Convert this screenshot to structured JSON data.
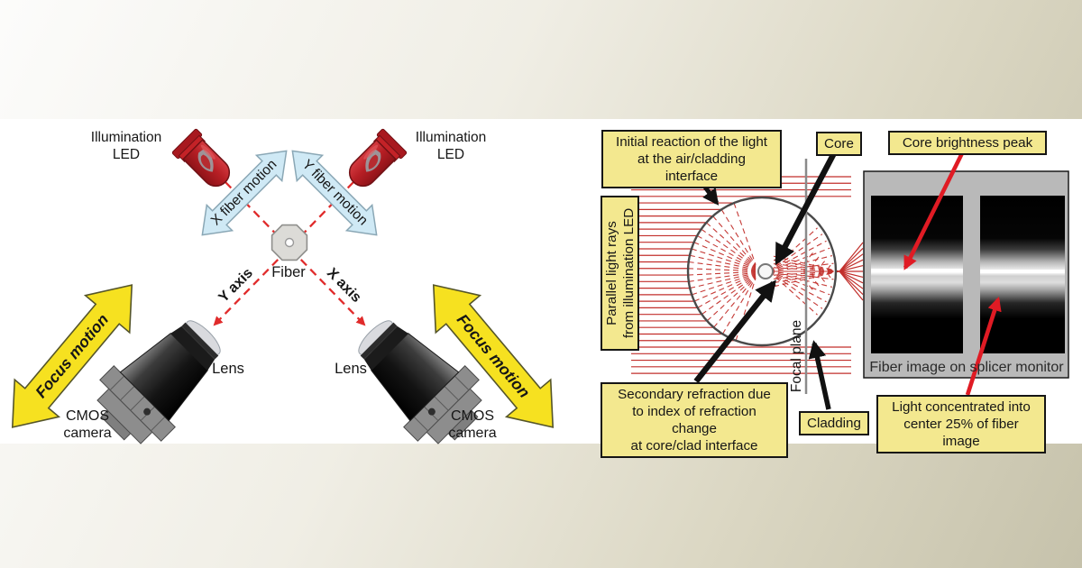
{
  "left_panel": {
    "illumination_led_left": "Illumination\nLED",
    "illumination_led_right": "Illumination\nLED",
    "x_fiber_motion": "X fiber motion",
    "y_fiber_motion": "Y fiber motion",
    "fiber": "Fiber",
    "y_axis": "Y axis",
    "x_axis": "X axis",
    "focus_motion_left": "Focus motion",
    "focus_motion_right": "Focus motion",
    "lens_left": "Lens",
    "lens_right": "Lens",
    "cmos_camera_left": "CMOS\ncamera",
    "cmos_camera_right": "CMOS\ncamera"
  },
  "right_panel": {
    "initial_reaction": "Initial reaction of the light\nat the air/cladding interface",
    "core": "Core",
    "core_brightness_peak": "Core brightness peak",
    "parallel_light_rays": "Parallel light rays\nfrom illumination LED",
    "secondary_refraction": "Secondary refraction due\nto index of refraction change\nat core/clad interface",
    "focal_plane": "Focal plane",
    "cladding": "Cladding",
    "light_concentrated": "Light concentrated into\ncenter 25% of fiber image",
    "monitor_caption": "Fiber image on splicer monitor"
  },
  "colors": {
    "label_box_bg": "#f3e88f",
    "ray_red": "#c22f2b",
    "arrow_red": "#e01b24",
    "dashed_red": "#e02b2b",
    "blue_arrow_fill": "#cfe9f5",
    "blue_arrow_stroke": "#8aa7b5",
    "yellow_arrow_fill": "#f6e120",
    "yellow_arrow_stroke": "#55552a",
    "led_red": "#b71f25",
    "monitor_gray": "#b9b9b9"
  }
}
